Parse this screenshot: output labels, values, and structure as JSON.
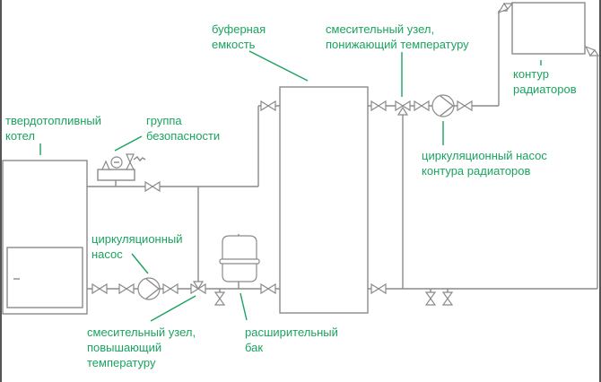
{
  "diagram": {
    "labels": {
      "boiler": [
        "твердотопливный",
        "котел"
      ],
      "safety_group": [
        "группа",
        "безопасности"
      ],
      "buffer_tank": [
        "буферная",
        "емкость"
      ],
      "mixing_unit_lowering": [
        "смесительный узел,",
        "понижающий температуру"
      ],
      "radiator_circuit": [
        "контур",
        "радиаторов"
      ],
      "radiator_pump": [
        "циркуляционный насос",
        "контура радиаторов"
      ],
      "circulation_pump": [
        "циркуляционный",
        "насос"
      ],
      "mixing_unit_raising": [
        "смесительный узел,",
        "повышающий",
        "температуру"
      ],
      "expansion_tank": [
        "расширительный",
        "бак"
      ]
    },
    "colors": {
      "label": "#1aa35f",
      "pipe": "#8a8a8a",
      "background": "#ffffff"
    }
  }
}
